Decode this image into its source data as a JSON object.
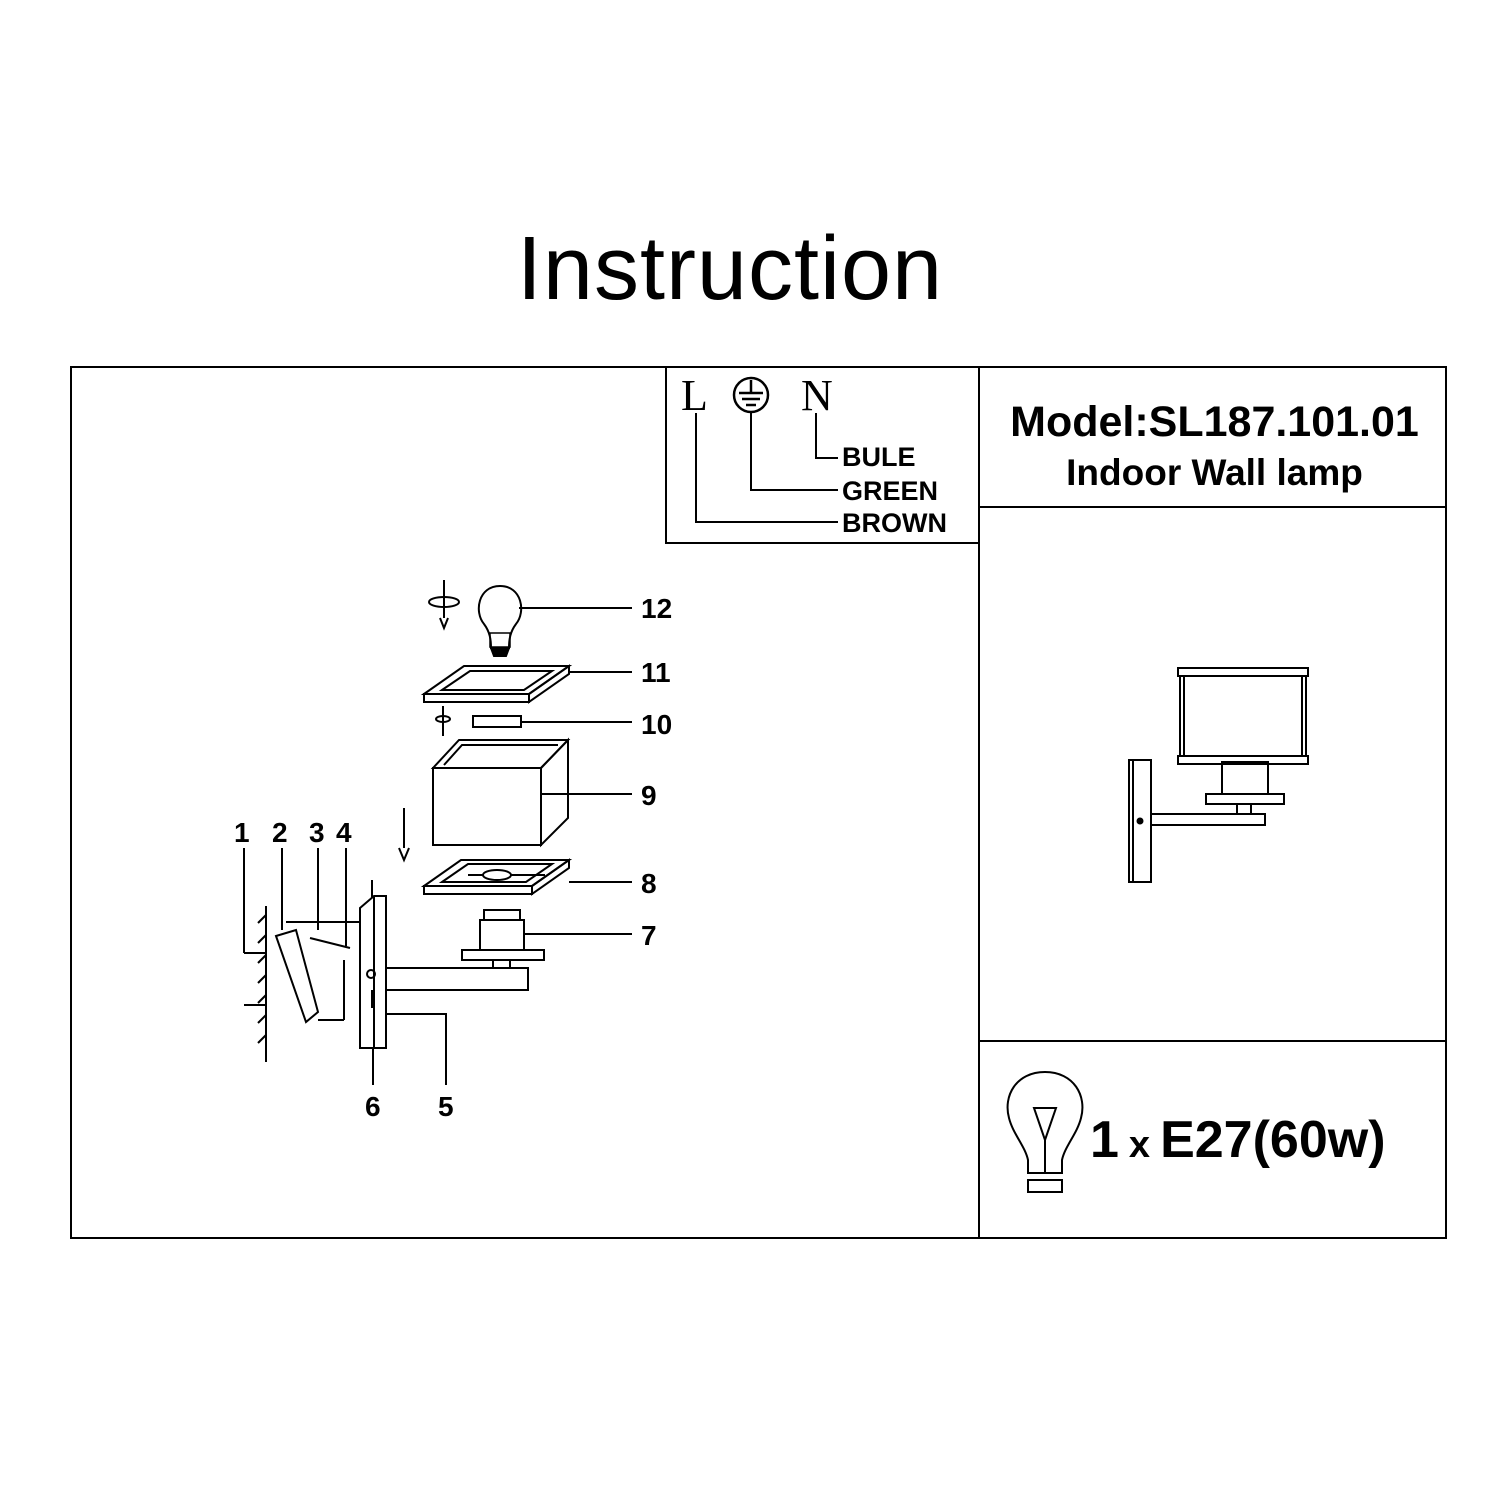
{
  "title": "Instruction",
  "wiring": {
    "terminals": {
      "live": "L",
      "neutral": "N"
    },
    "wires": {
      "blue": "BULE",
      "green": "GREEN",
      "brown": "BROWN"
    },
    "earth_icon": "earth-ground-icon"
  },
  "model": {
    "model_line": "Model:SL187.101.01",
    "type_line": "Indoor Wall lamp"
  },
  "bulb_spec": {
    "count": "1",
    "sep": "x",
    "spec": "E27(60w)"
  },
  "parts": [
    "1",
    "2",
    "3",
    "4",
    "5",
    "6",
    "7",
    "8",
    "9",
    "10",
    "11",
    "12"
  ]
}
